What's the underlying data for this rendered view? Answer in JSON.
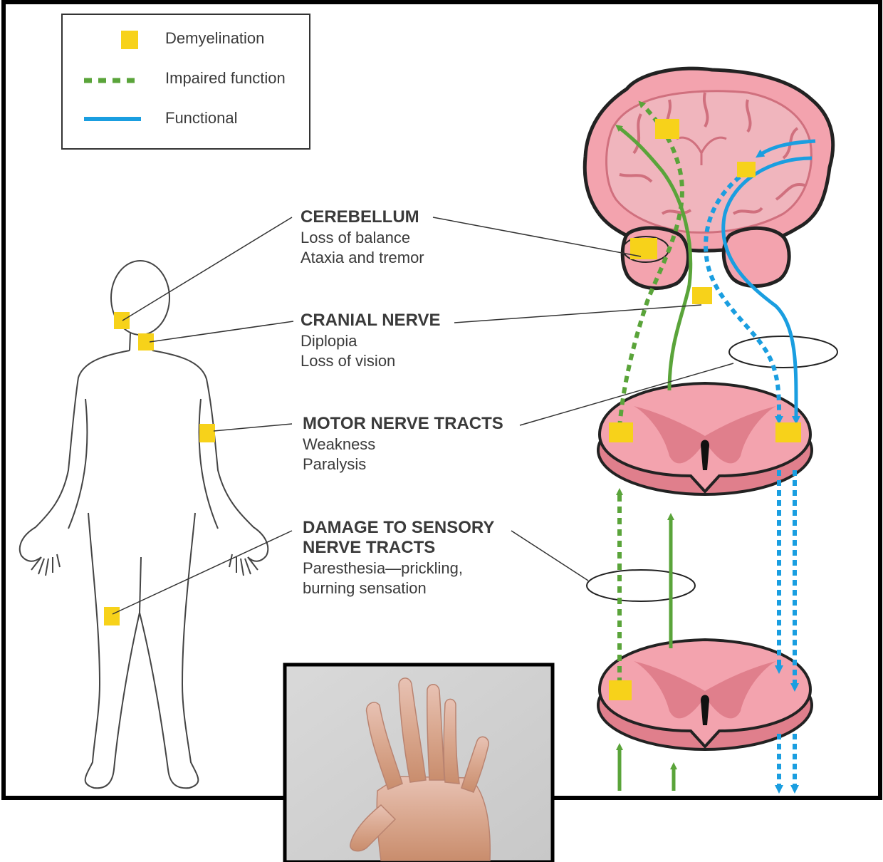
{
  "legend": {
    "demyelination": "Demyelination",
    "impaired": "Impaired function",
    "functional": "Functional"
  },
  "labels": {
    "cerebellum": {
      "title": "CEREBELLUM",
      "line1": "Loss of balance",
      "line2": "Ataxia and tremor"
    },
    "cranial": {
      "title": "CRANIAL NERVE",
      "line1": "Diplopia",
      "line2": "Loss of vision"
    },
    "motor": {
      "title": "MOTOR NERVE TRACTS",
      "line1": "Weakness",
      "line2": "Paralysis"
    },
    "sensory": {
      "title1": "DAMAGE TO SENSORY",
      "title2": "NERVE TRACTS",
      "line1": "Paresthesia—prickling,",
      "line2": "burning sensation"
    }
  },
  "colors": {
    "demyelination": "#f7d21a",
    "impaired": "#5aa43a",
    "functional": "#1a9ee0",
    "brain": "#f3a3ae",
    "brain_dark": "#e07f8c"
  }
}
